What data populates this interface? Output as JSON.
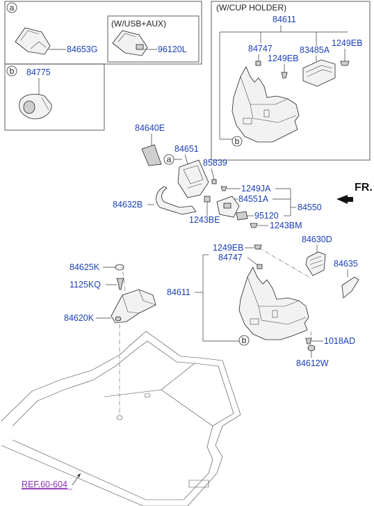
{
  "legend_a": {
    "marker": "a",
    "part_1": "84653G",
    "variant_title": "(W/USB+AUX)",
    "part_2": "96120L"
  },
  "legend_b": {
    "marker": "b",
    "part": "84775"
  },
  "cup_holder": {
    "title": "(W/CUP HOLDER)",
    "assembly": "84611",
    "parts": [
      "84747",
      "1249EB",
      "83485A",
      "1249EB"
    ],
    "ref_marker": "b"
  },
  "callouts": {
    "p84640E": "84640E",
    "p84651": "84651",
    "marker_a": "a",
    "p85839": "85839",
    "p1249JA": "1249JA",
    "p84551A": "84551A",
    "p84550": "84550",
    "p95120": "95120",
    "p1243BM": "1243BM",
    "p84632B": "84632B",
    "p1243BE": "1243BE",
    "p1249EB": "1249EB",
    "p84747": "84747",
    "p84630D": "84630D",
    "p84635": "84635",
    "p84625K": "84625K",
    "p1125KQ": "1125KQ",
    "p84611": "84611",
    "p84620K": "84620K",
    "marker_b": "b",
    "p1018AD": "1018AD",
    "p84612W": "84612W"
  },
  "direction_label": "FR.",
  "reference_link": "REF.60-604"
}
